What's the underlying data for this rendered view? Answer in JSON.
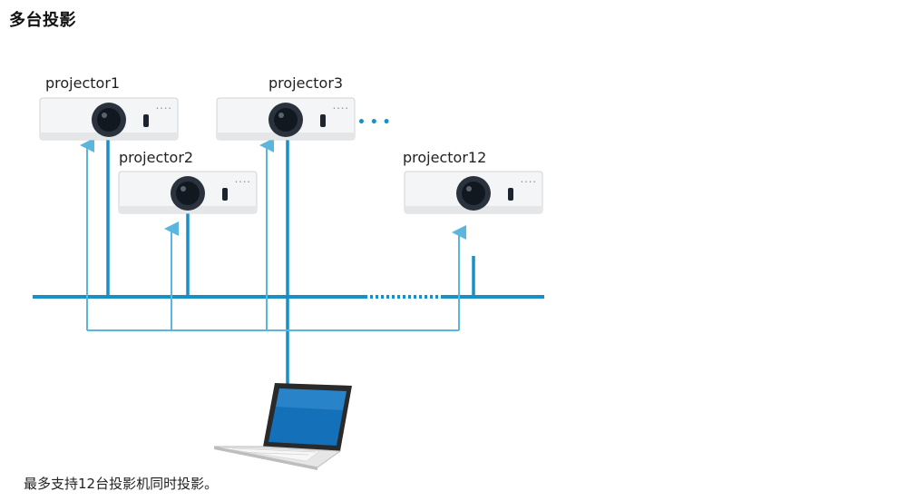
{
  "page": {
    "title": "多台投影",
    "caption": "最多支持12台投影机同时投影。"
  },
  "diagram": {
    "projectors": [
      {
        "id": "p1",
        "label": "projector1"
      },
      {
        "id": "p2",
        "label": "projector2"
      },
      {
        "id": "p3",
        "label": "projector3"
      },
      {
        "id": "p12",
        "label": "projector12"
      }
    ],
    "ellipsis": "• • •",
    "colors": {
      "network_line": "#1a8fc7",
      "signal_arrow": "#5bb6de",
      "projector_body": "#f4f5f6",
      "lens": "#1c2530",
      "laptop_screen": "#1470b8",
      "laptop_body": "#e6e6e6"
    }
  }
}
